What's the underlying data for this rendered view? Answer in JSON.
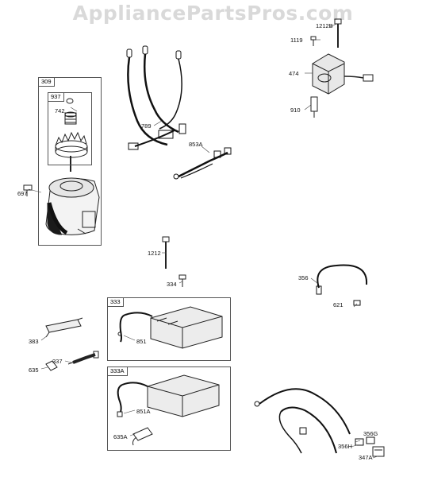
{
  "watermark": "AppliancePartsPros.com",
  "groups": [
    {
      "key": "g309",
      "label": "309"
    },
    {
      "key": "g937",
      "label": "937"
    },
    {
      "key": "g333",
      "label": "333"
    },
    {
      "key": "g333A",
      "label": "333A"
    }
  ],
  "callouts": [
    {
      "key": "c742",
      "text": "742"
    },
    {
      "key": "c697",
      "text": "697"
    },
    {
      "key": "c789",
      "text": "789"
    },
    {
      "key": "c853A",
      "text": "853A"
    },
    {
      "key": "c1119",
      "text": "1119"
    },
    {
      "key": "c1212B",
      "text": "1212B"
    },
    {
      "key": "c474",
      "text": "474"
    },
    {
      "key": "c910",
      "text": "910"
    },
    {
      "key": "c1212",
      "text": "1212"
    },
    {
      "key": "c334",
      "text": "334"
    },
    {
      "key": "c356",
      "text": "356"
    },
    {
      "key": "c621",
      "text": "621"
    },
    {
      "key": "c851",
      "text": "851"
    },
    {
      "key": "c383",
      "text": "383"
    },
    {
      "key": "c337",
      "text": "337"
    },
    {
      "key": "c635",
      "text": "635"
    },
    {
      "key": "c851A",
      "text": "851A"
    },
    {
      "key": "c635A",
      "text": "635A"
    },
    {
      "key": "c356G",
      "text": "356G"
    },
    {
      "key": "c356H",
      "text": "356H"
    },
    {
      "key": "c347A",
      "text": "347A"
    }
  ]
}
